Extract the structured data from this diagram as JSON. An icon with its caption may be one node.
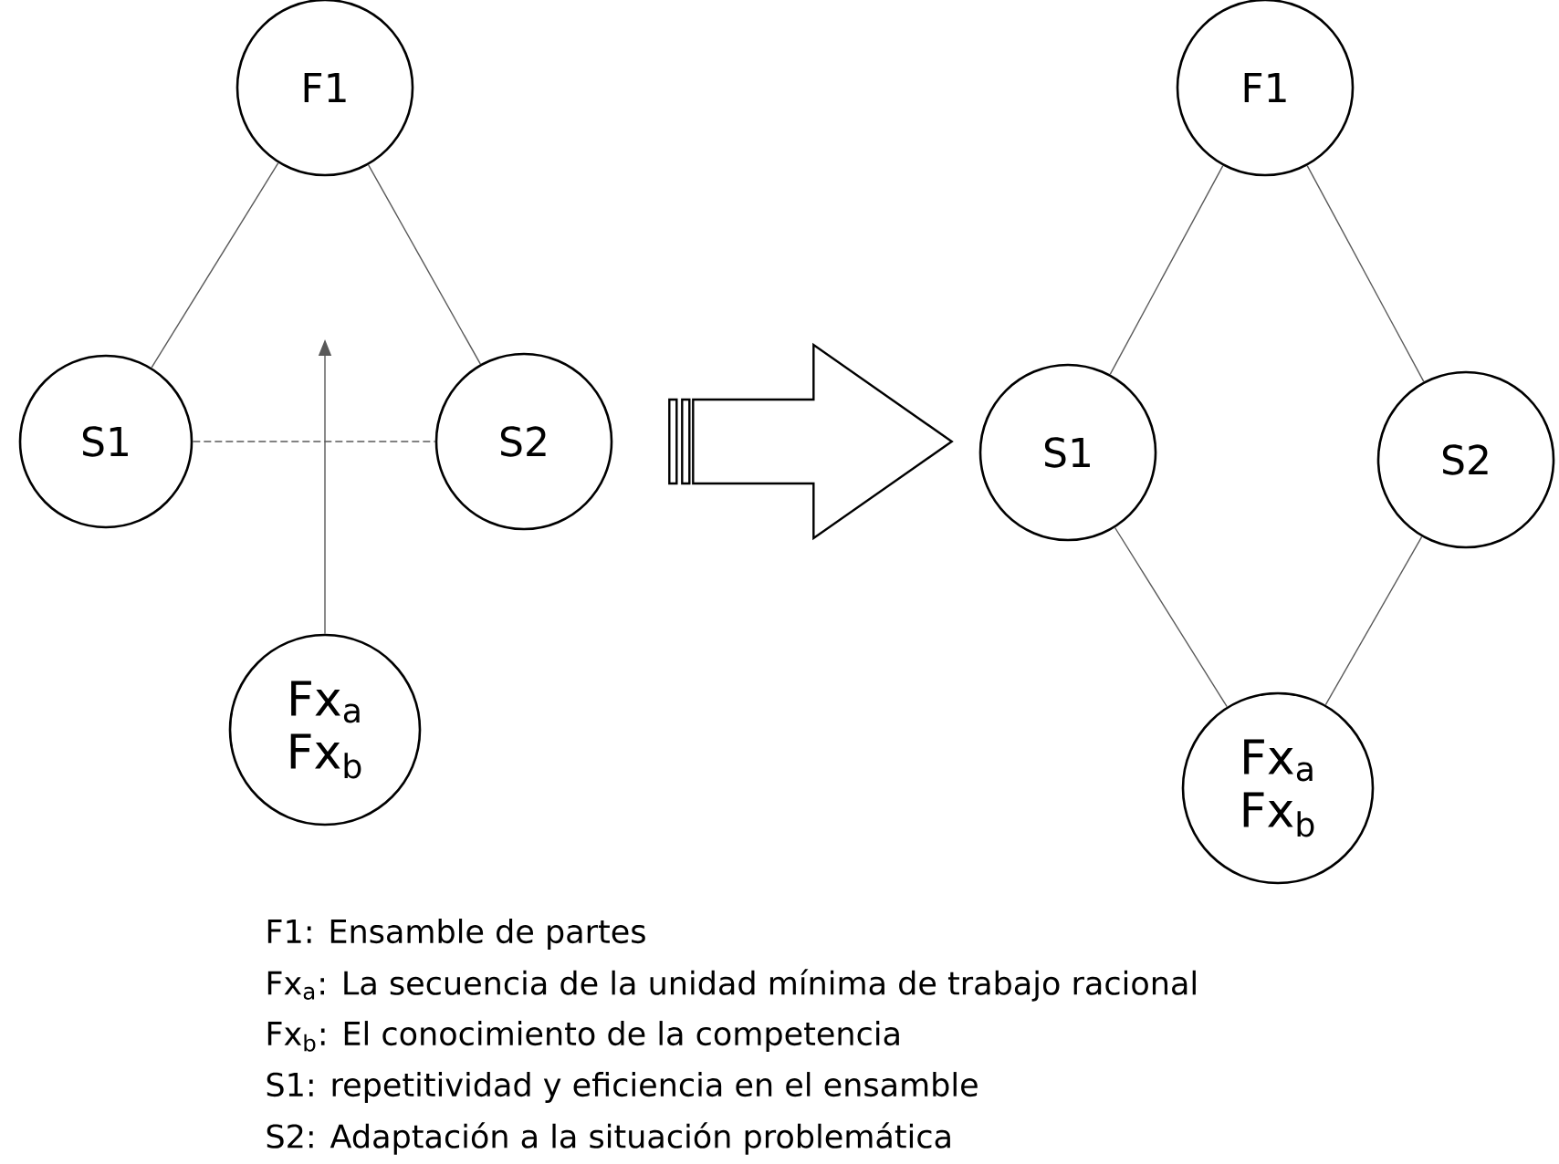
{
  "diagram": {
    "nodes": [
      {
        "text": [
          "F1"
        ]
      },
      {
        "text": [
          "S1"
        ]
      },
      {
        "text": [
          "S2"
        ]
      },
      {
        "text": [
          "Fx$_{a}$ Fx$_{b}$"
        ]
      },
      {
        "text": [
          "F1"
        ]
      },
      {
        "text": [
          "S1"
        ]
      },
      {
        "text": [
          "S2"
        ]
      },
      {
        "text": [
          "Fx$_{a}$ Fx$_{b}$"
        ]
      }
    ],
    "edges": [
      {
        "from": 0,
        "to": 1,
        "arrow": "none"
      },
      {
        "from": 0,
        "to": 2,
        "arrow": "none"
      },
      {
        "from": 1,
        "to": 2,
        "arrow": "none",
        "style": "dashed"
      },
      {
        "from": 3,
        "to": null,
        "arrow": "to"
      },
      {
        "from": 4,
        "to": 5,
        "arrow": "none"
      },
      {
        "from": 4,
        "to": 6,
        "arrow": "none"
      },
      {
        "from": 5,
        "to": 7,
        "arrow": "none"
      },
      {
        "from": 6,
        "to": 7,
        "arrow": "none"
      }
    ],
    "labels": [
      "F1: Ensamble de partes",
      "Fx$_{a}$: La secuencia de la unidad mínima de trabajo racional",
      "Fx$_{b}$: El conocimiento de la competencia",
      "S1: repetitividad y eficiencia en el ensamble",
      "S2: Adaptación a la situación problemática"
    ]
  }
}
